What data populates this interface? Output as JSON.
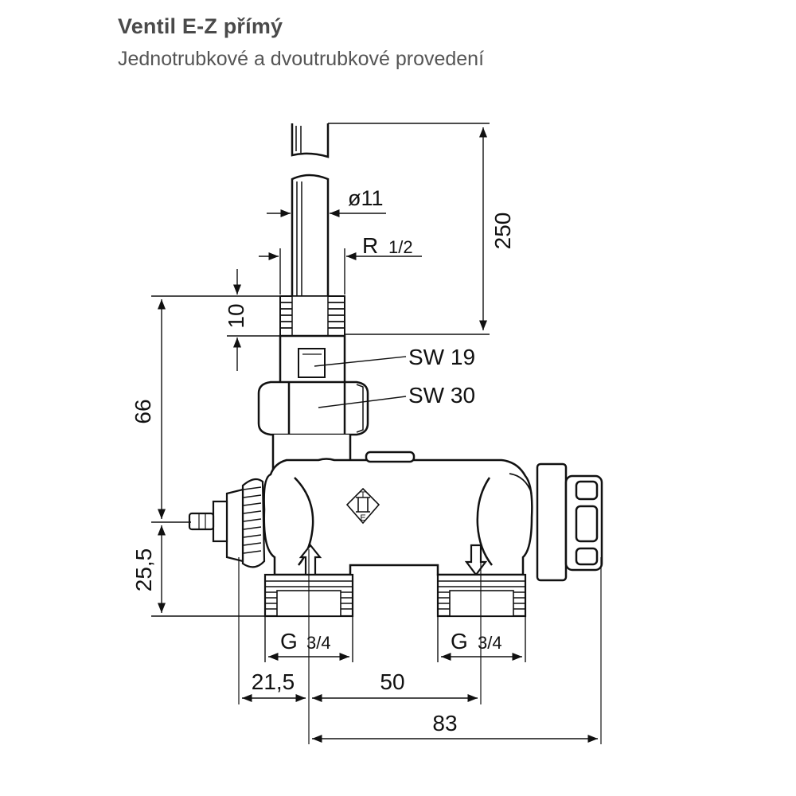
{
  "header": {
    "title": "Ventil E-Z přímý",
    "subtitle": "Jednotrubkové a dvoutrubkové provedení"
  },
  "labels": {
    "pipe_diameter": "ø11",
    "thread_main": "R",
    "thread_main_frac": "1/2",
    "height_250": "250",
    "height_10": "10",
    "height_66": "66",
    "height_25_5": "25,5",
    "wrench_19": "SW 19",
    "wrench_30": "SW 30",
    "conn_left_G": "G",
    "conn_left_frac": "3/4",
    "conn_right_G": "G",
    "conn_right_frac": "3/4",
    "width_21_5": "21,5",
    "width_50": "50",
    "width_83": "83",
    "logo_top": "T",
    "logo_bottom": "E"
  },
  "colors": {
    "line": "#111111",
    "body_fill": "#ffffff",
    "title": "#4a4a4a",
    "subtitle": "#555555"
  }
}
